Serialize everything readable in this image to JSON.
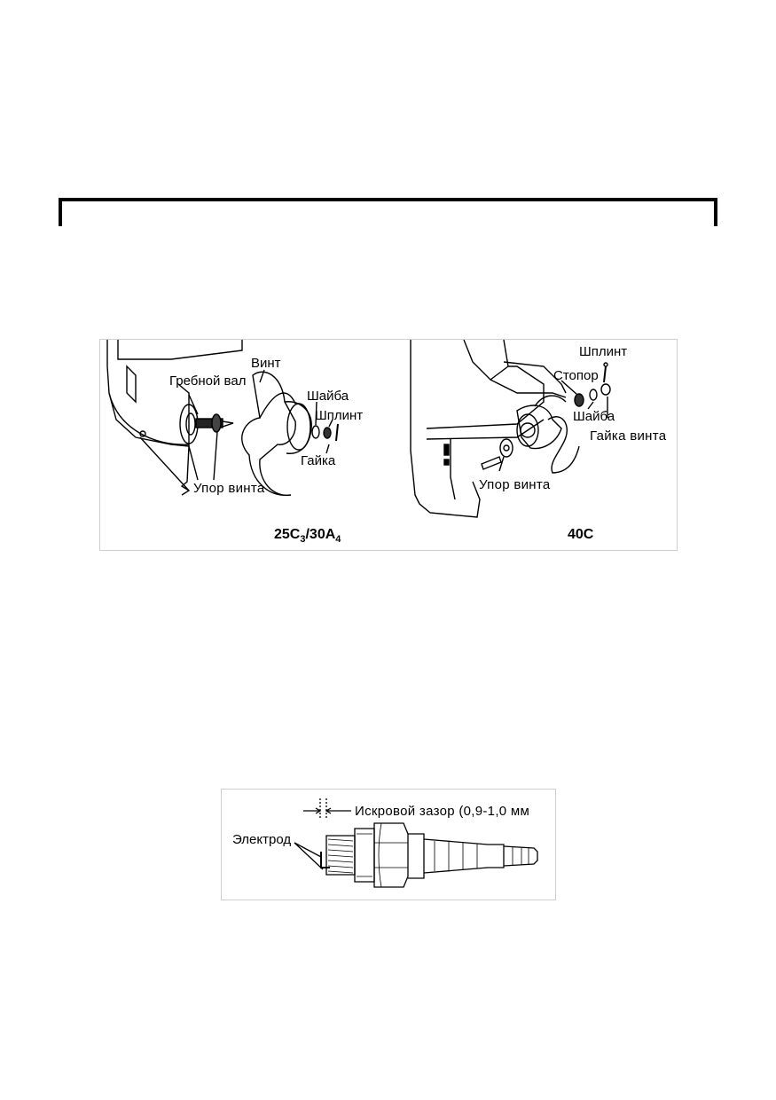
{
  "figure1": {
    "left": {
      "labels": {
        "vint": "Винт",
        "grebnoy_val": "Гребной вал",
        "shayba": "Шайба",
        "shplint": "Шплинт",
        "gayka": "Гайка",
        "upor_vinta": "Упор винта"
      },
      "caption": {
        "part1": "25C",
        "sub1": "3",
        "part2": "/30A",
        "sub2": "4"
      }
    },
    "right": {
      "labels": {
        "shplint": "Шплинт",
        "stopor": "Стопор",
        "shayba": "Шайба",
        "gayka_vinta": "Гайка винта",
        "upor_vinta": "Упор винта"
      },
      "caption": "40C"
    }
  },
  "figure2": {
    "labels": {
      "gap": "Искровой зазор (0,9-1,0 мм",
      "electrode": "Электрод"
    }
  }
}
